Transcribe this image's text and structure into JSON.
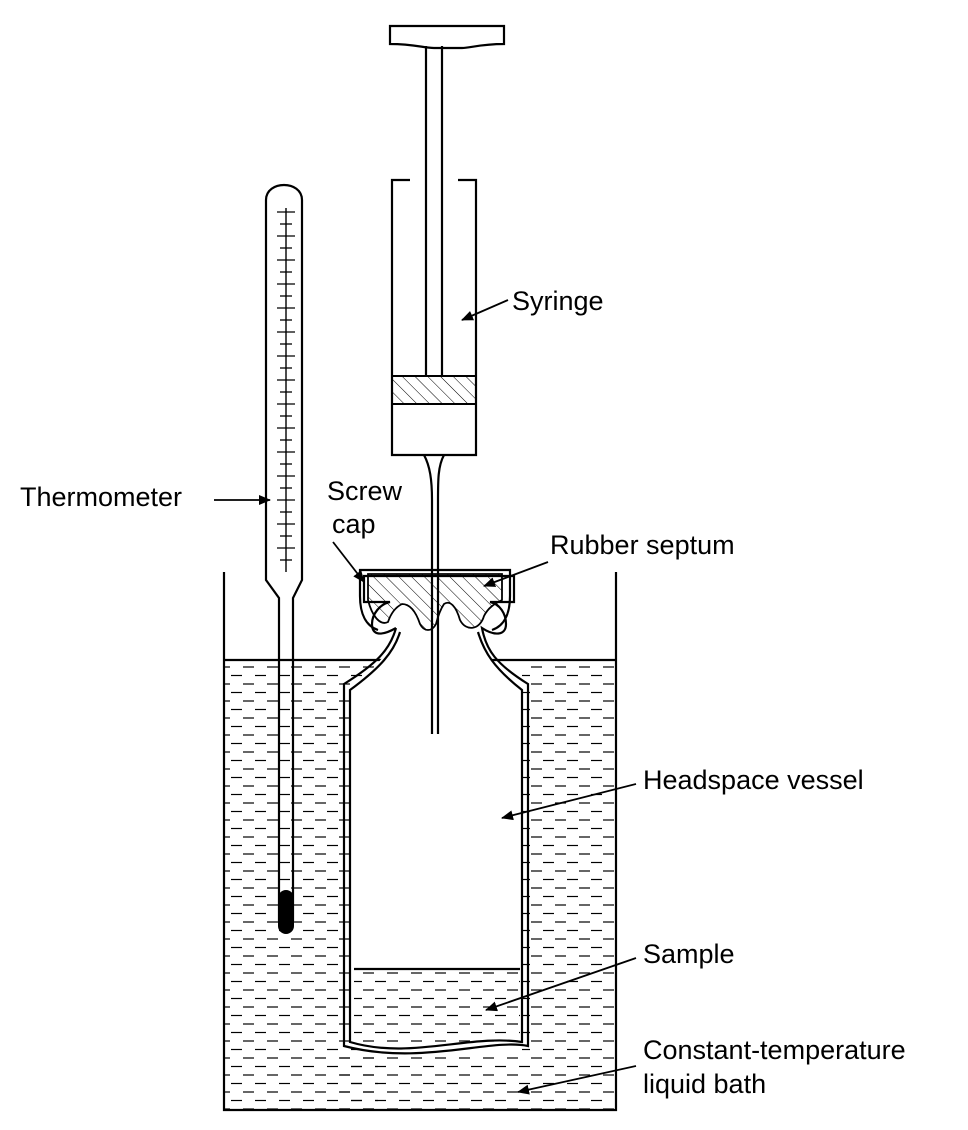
{
  "labels": {
    "syringe": "Syringe",
    "thermometer": "Thermometer",
    "screw_cap_line1": "Screw",
    "screw_cap_line2": "cap",
    "rubber_septum": "Rubber septum",
    "headspace_vessel": "Headspace vessel",
    "sample": "Sample",
    "bath_line1": "Constant-temperature",
    "bath_line2": "liquid bath"
  }
}
